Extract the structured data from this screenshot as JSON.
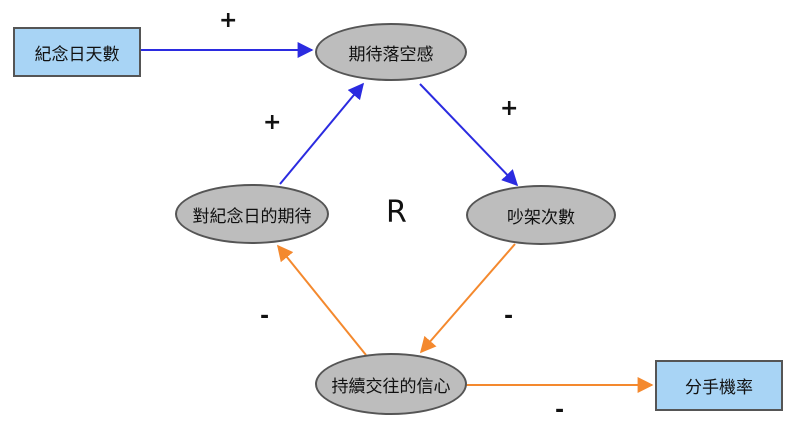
{
  "diagram": {
    "nodes": {
      "anniversary_days": {
        "label": "紀念日天數",
        "shape": "rectangle"
      },
      "disappointment": {
        "label": "期待落空感",
        "shape": "ellipse"
      },
      "anniversary_expectation": {
        "label": "對紀念日的期待",
        "shape": "ellipse"
      },
      "quarrel_count": {
        "label": "吵架次數",
        "shape": "ellipse"
      },
      "relationship_confidence": {
        "label": "持續交往的信心",
        "shape": "ellipse"
      },
      "breakup_rate": {
        "label": "分手機率",
        "shape": "rectangle"
      }
    },
    "links": [
      {
        "from": "anniversary_days",
        "to": "disappointment",
        "polarity": "+",
        "color": "#2b2be0"
      },
      {
        "from": "anniversary_expectation",
        "to": "disappointment",
        "polarity": "+",
        "color": "#2b2be0"
      },
      {
        "from": "disappointment",
        "to": "quarrel_count",
        "polarity": "+",
        "color": "#2b2be0"
      },
      {
        "from": "quarrel_count",
        "to": "relationship_confidence",
        "polarity": "-",
        "color": "#f4892e"
      },
      {
        "from": "relationship_confidence",
        "to": "anniversary_expectation",
        "polarity": "-",
        "color": "#f4892e"
      },
      {
        "from": "relationship_confidence",
        "to": "breakup_rate",
        "polarity": "-",
        "color": "#f4892e"
      }
    ],
    "loop_label": "R"
  },
  "colors": {
    "ellipse_fill": "#bdbdbd",
    "rect_fill": "#a8d4f5",
    "positive_link": "#2b2be0",
    "negative_link": "#f4892e"
  }
}
